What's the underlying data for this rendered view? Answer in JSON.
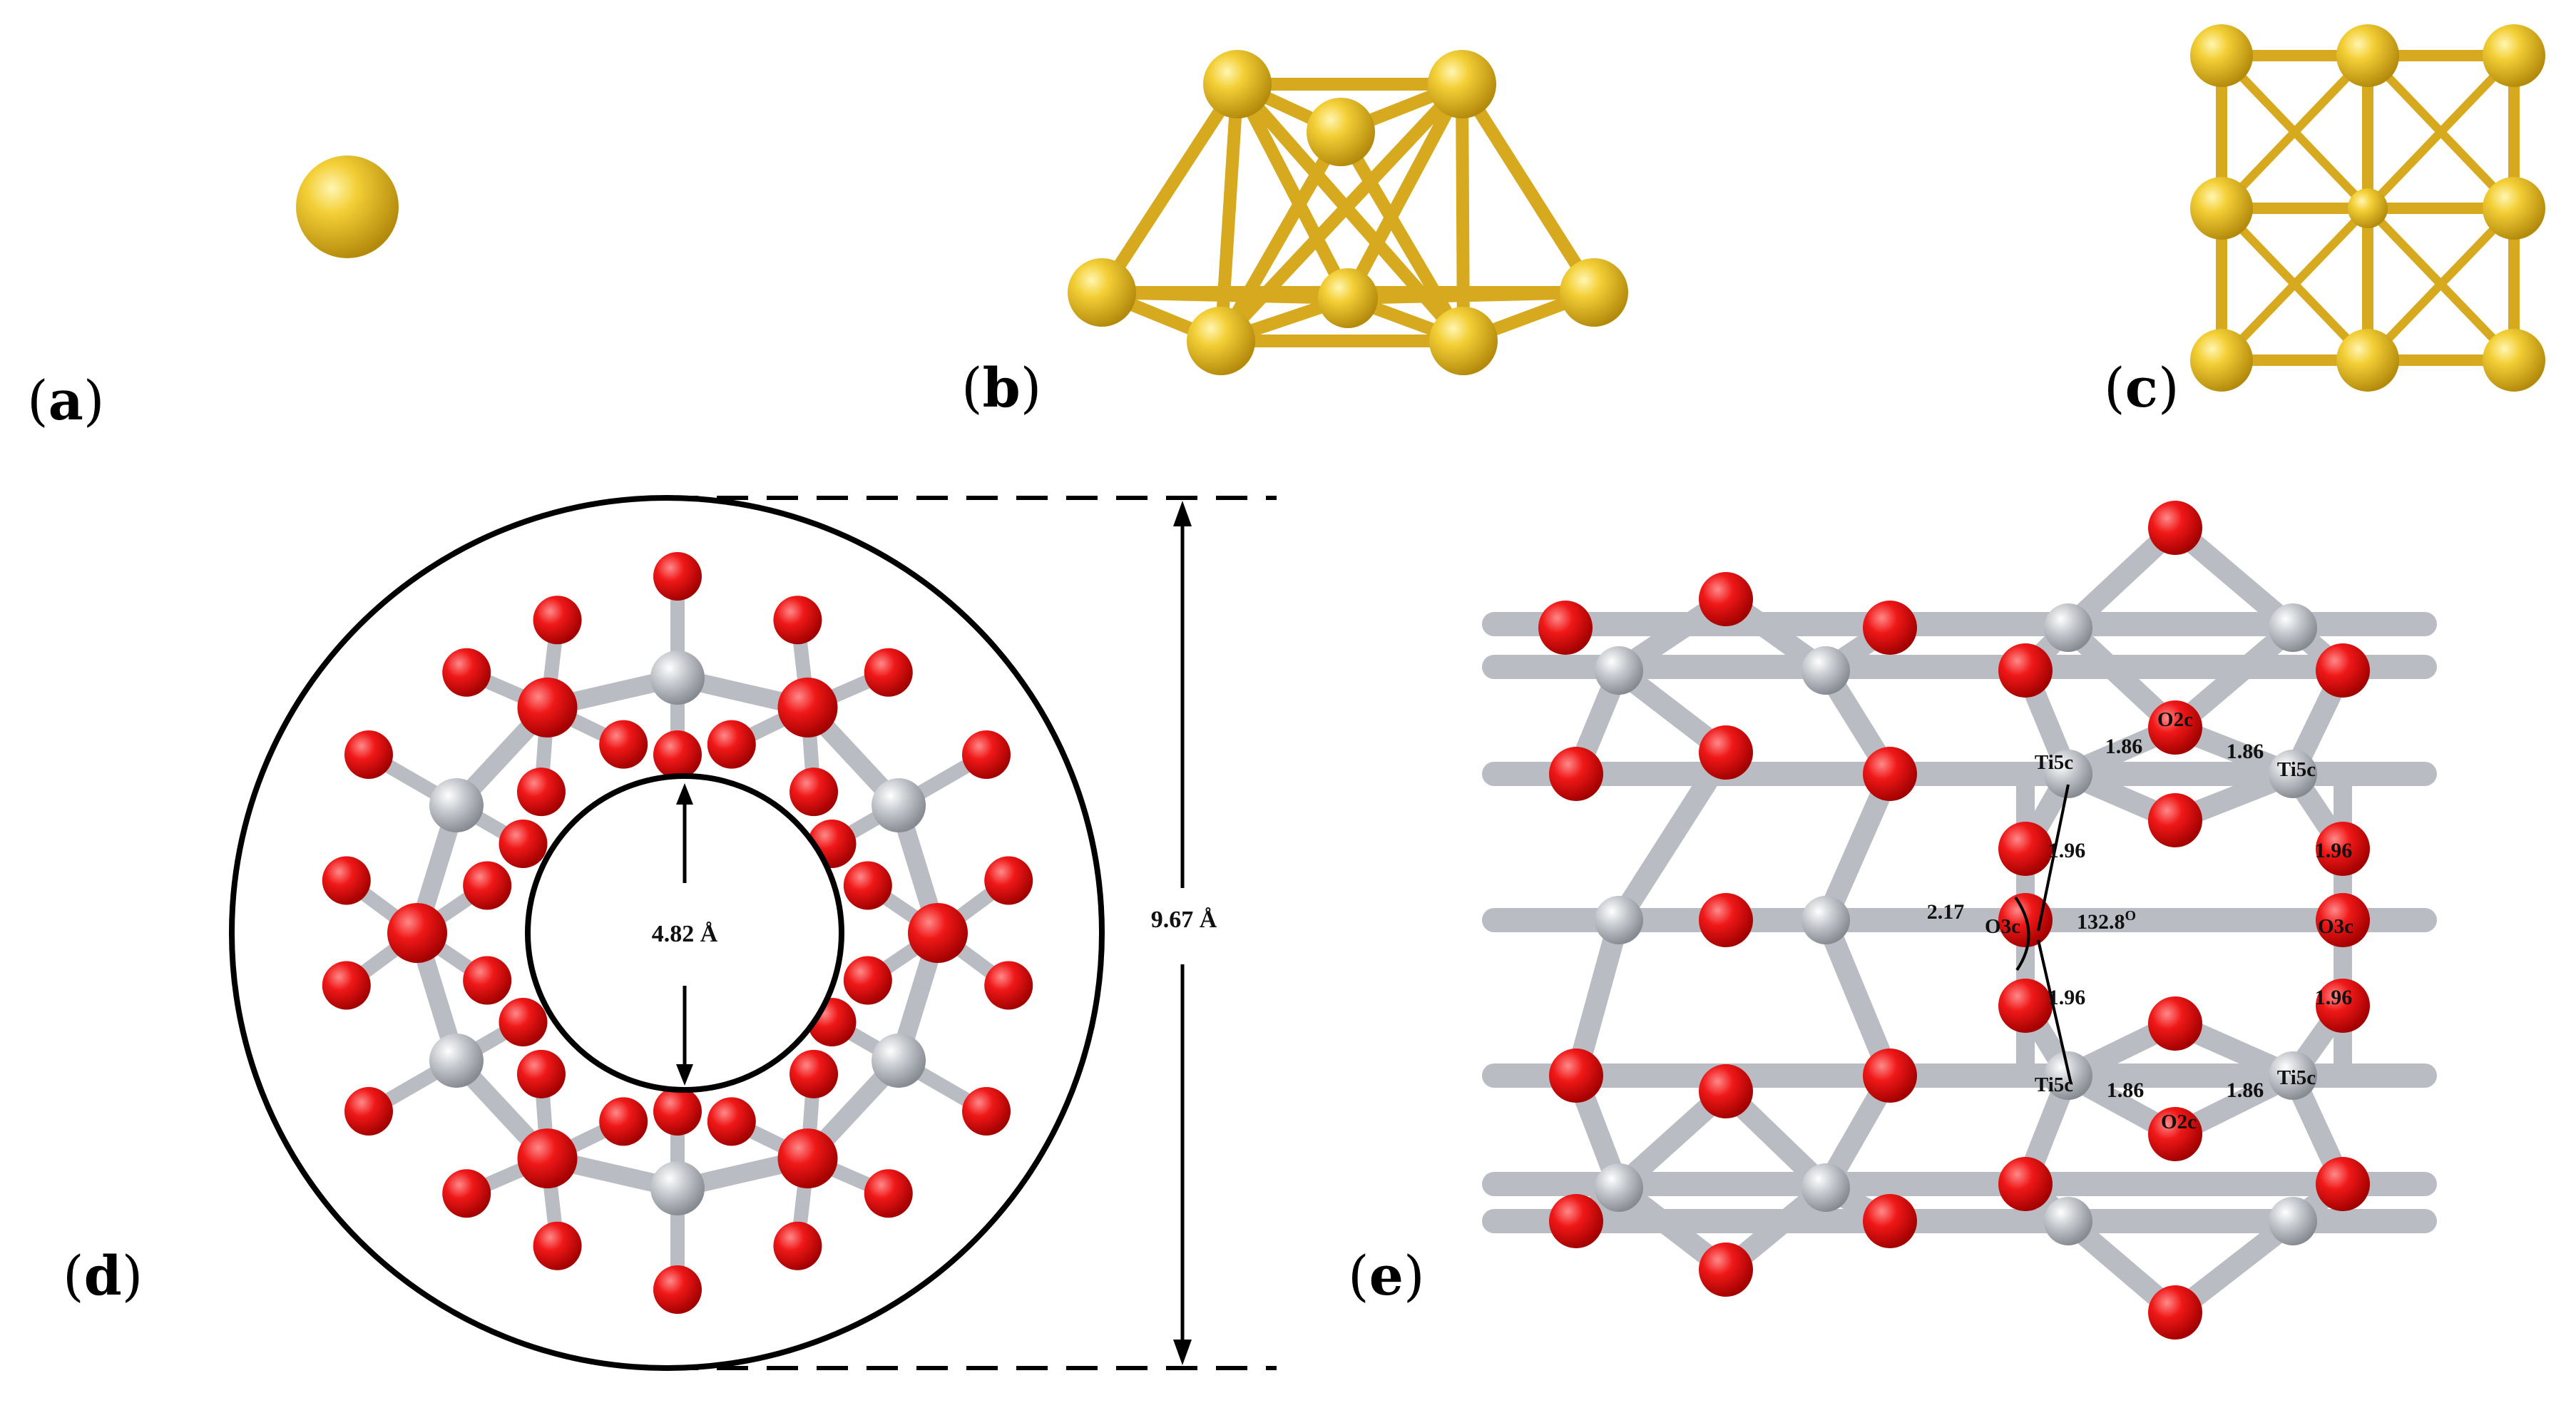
{
  "panels": {
    "a": {
      "label": "(a)",
      "letter": "a"
    },
    "b": {
      "label": "(b)",
      "letter": "b"
    },
    "c": {
      "label": "(c)",
      "letter": "c"
    },
    "d": {
      "label": "(d)",
      "letter": "d",
      "inner_diameter": "4.82 Å",
      "outer_diameter": "9.67 Å"
    },
    "e": {
      "label": "(e)",
      "letter": "e",
      "site_labels": {
        "ti_top_left": "Ti5c",
        "o2c_top": "O2c",
        "ti_top_right": "Ti5c",
        "o3c_left": "O3c",
        "o3c_right": "O3c",
        "ti_bottom_left": "Ti5c",
        "o2c_bottom": "O2c",
        "ti_bottom_right": "Ti5c"
      },
      "bond_labels": {
        "b_186_tl": "1.86",
        "b_186_tr": "1.86",
        "b_196_ul": "1.96",
        "b_196_ur": "1.96",
        "b_217": "2.17",
        "angle": "132.8",
        "angle_unit": "O",
        "b_196_ll": "1.96",
        "b_196_lr": "1.96",
        "b_186_bl": "1.86",
        "b_186_br": "1.86"
      }
    }
  },
  "colors": {
    "gold_atom": "#e8bf24",
    "gold_bond": "#d6a91e",
    "oxygen": "#e3090f",
    "titanium": "#b9bcc2",
    "line": "#000000"
  }
}
